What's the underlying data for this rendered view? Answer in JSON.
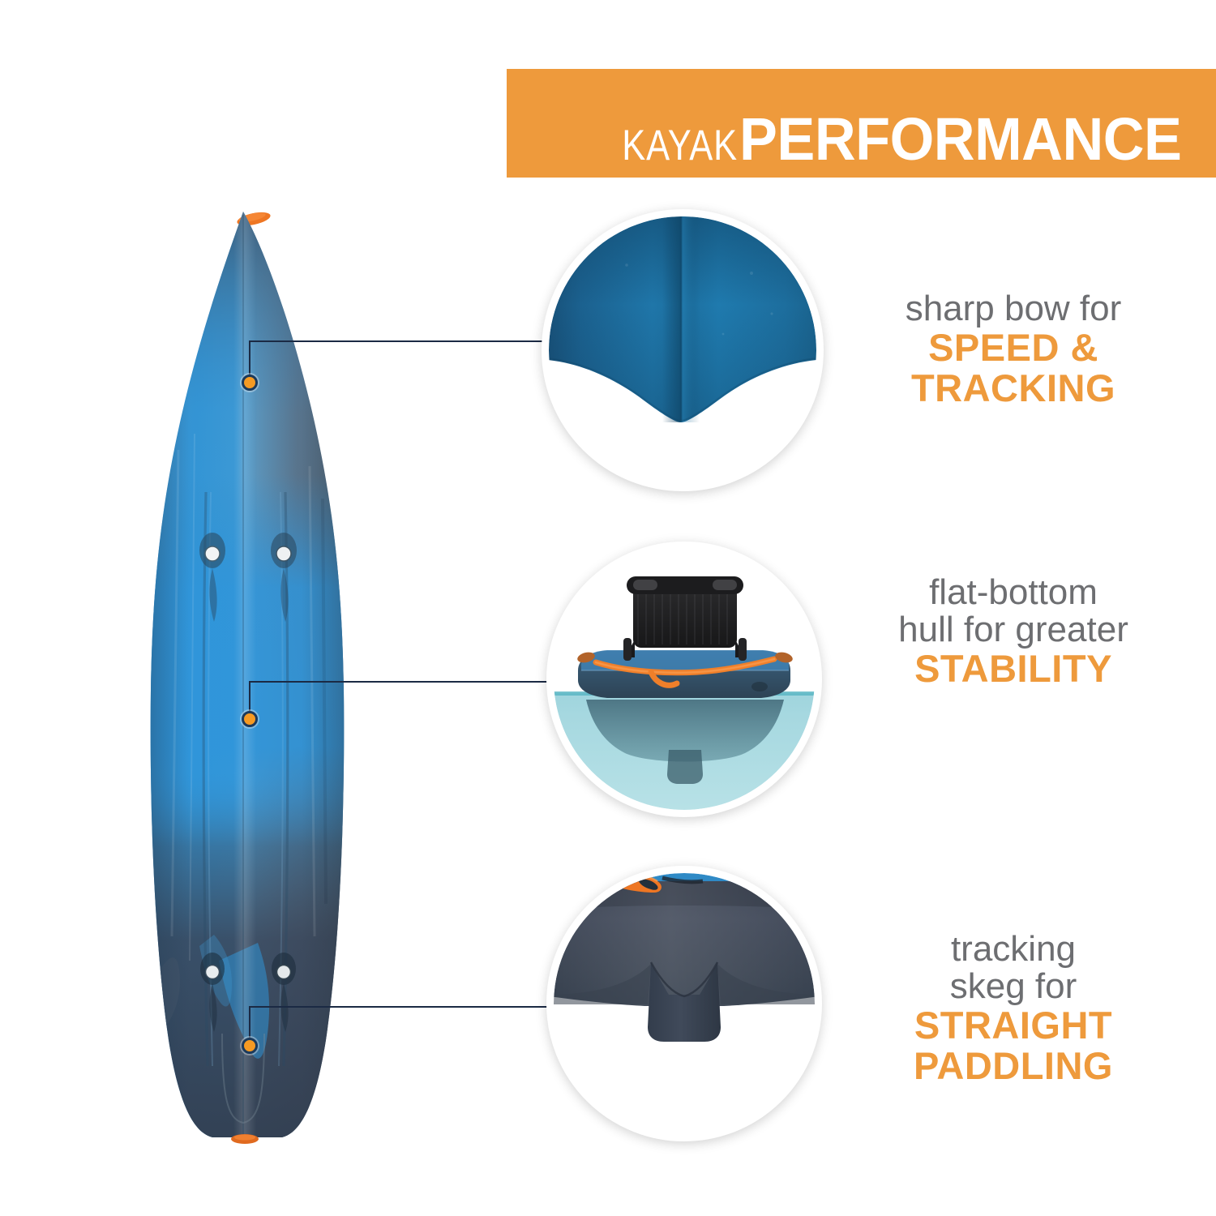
{
  "header": {
    "title_light": "KAYAK",
    "title_bold": "PERFORMANCE",
    "banner_color": "#ee9a3c",
    "text_color": "#ffffff"
  },
  "theme": {
    "accent_orange": "#ee9a3c",
    "body_gray": "#6d6e71",
    "leader_line": "#1b2a44",
    "marker_fill": "#f59a23",
    "marker_ring": "#1b3a5c",
    "background": "#ffffff"
  },
  "product": {
    "name": "kayak-hull-bottom-view",
    "hull_blue": "#2f8fd0",
    "hull_gray": "#4a5a6e",
    "handle_orange": "#ee7623",
    "scupper_count": 4
  },
  "callouts": [
    {
      "id": "sharp-bow",
      "image_name": "kayak-bow-v-hull-closeup",
      "line_1": "sharp bow for",
      "line_2": "SPEED &",
      "line_3": "TRACKING"
    },
    {
      "id": "flat-bottom-hull",
      "image_name": "kayak-stern-in-water-closeup",
      "line_1": "flat-bottom",
      "line_2": "hull for greater",
      "line_3": "STABILITY"
    },
    {
      "id": "tracking-skeg",
      "image_name": "kayak-tracking-skeg-closeup",
      "line_1": "tracking",
      "line_2": "skeg for",
      "line_3": "STRAIGHT",
      "line_4": "PADDLING"
    }
  ]
}
